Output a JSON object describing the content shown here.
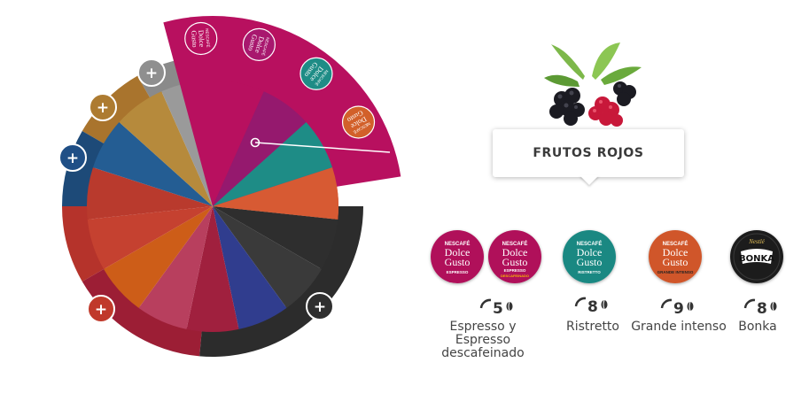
{
  "tooltip": {
    "title": "FRUTOS ROJOS"
  },
  "wheel": {
    "segments": [
      {
        "name": "frutos-rojos-segment",
        "color": "#B8105F"
      },
      {
        "name": "purple-segment",
        "color": "#95196E"
      },
      {
        "name": "teal-segment",
        "color": "#1E8C86"
      },
      {
        "name": "orange-segment",
        "color": "#D75A33"
      },
      {
        "name": "charcoal-segment-1",
        "color": "#2E2E2E"
      },
      {
        "name": "charcoal-segment-2",
        "color": "#3A3A3A"
      },
      {
        "name": "navy-segment",
        "color": "#303D8E"
      },
      {
        "name": "maroon-segment",
        "color": "#A0203E"
      },
      {
        "name": "rose-segment",
        "color": "#B83F5E"
      },
      {
        "name": "pumpkin-segment",
        "color": "#CD5D18"
      },
      {
        "name": "red-segment-1",
        "color": "#C54130"
      },
      {
        "name": "red-segment-2",
        "color": "#B93A2D"
      },
      {
        "name": "blue-segment",
        "color": "#245D93"
      },
      {
        "name": "gold-segment",
        "color": "#B68A3C"
      },
      {
        "name": "grey-segment",
        "color": "#9A9A9A"
      }
    ],
    "ring_colors": {
      "grey": "#8A8A8A",
      "gold": "#A9742D",
      "navy": "#1D4A78",
      "red": "#B5332B",
      "charcoal": "#2C2C2C",
      "maroon": "#9C1E35"
    },
    "selected_color": "#B8105F"
  },
  "plus_buttons": [
    {
      "name": "plus-button-grey",
      "label": "+",
      "color": "#8F8F8F"
    },
    {
      "name": "plus-button-gold",
      "label": "+",
      "color": "#AD7B31"
    },
    {
      "name": "plus-button-blue",
      "label": "+",
      "color": "#1F4F86"
    },
    {
      "name": "plus-button-red",
      "label": "+",
      "color": "#C0392B"
    },
    {
      "name": "plus-button-dark",
      "label": "+",
      "color": "#2F2F2F"
    }
  ],
  "wheel_capsules": [
    {
      "brand_line1": "NESCAFÉ",
      "brand_line2": "Dolce",
      "brand_line3": "Gusto",
      "color": "#B8105F"
    },
    {
      "brand_line1": "NESCAFÉ",
      "brand_line2": "Dolce",
      "brand_line3": "Gusto",
      "color": "#A8186E"
    },
    {
      "brand_line1": "NESCAFÉ",
      "brand_line2": "Dolce",
      "brand_line3": "Gusto",
      "color": "#1E8C86"
    },
    {
      "brand_line1": "NESCAFÉ",
      "brand_line2": "Dolce",
      "brand_line3": "Gusto",
      "color": "#D2602A"
    }
  ],
  "products": [
    {
      "name": "Espresso",
      "brand_line1": "NESCAFÉ",
      "brand_line2": "Dolce",
      "brand_line3": "Gusto",
      "variant": "ESPRESSO",
      "color": "#B0105A"
    },
    {
      "name": "Espresso descafeinado",
      "brand_line1": "NESCAFÉ",
      "brand_line2": "Dolce",
      "brand_line3": "Gusto",
      "variant": "ESPRESSO",
      "subvariant": "DESCAFEINADO",
      "color": "#B0105A"
    },
    {
      "name": "Ristretto",
      "brand_line1": "NESCAFÉ",
      "brand_line2": "Dolce",
      "brand_line3": "Gusto",
      "variant": "RISTRETTO",
      "color": "#1A8882"
    },
    {
      "name": "Grande intenso",
      "brand_line1": "NESCAFÉ",
      "brand_line2": "Dolce",
      "brand_line3": "Gusto",
      "variant": "GRANDE INTENSO",
      "color": "#D0562A"
    },
    {
      "name": "Bonka",
      "brand_line1": "Nestlé",
      "brand_line2": "BONKA",
      "color": "#1C1C1C"
    }
  ],
  "intensities": [
    {
      "value": "5"
    },
    {
      "value": "8"
    },
    {
      "value": "9"
    },
    {
      "value": "8"
    }
  ],
  "labels": {
    "espresso_line1": "Espresso y",
    "espresso_line2": "Espresso",
    "espresso_line3": "descafeinado",
    "ristretto": "Ristretto",
    "grande_intenso": "Grande intenso",
    "bonka": "Bonka"
  },
  "icons": {
    "plus": "plus-icon",
    "beans": "coffee-bean-icon",
    "berries": "berries-icon"
  }
}
